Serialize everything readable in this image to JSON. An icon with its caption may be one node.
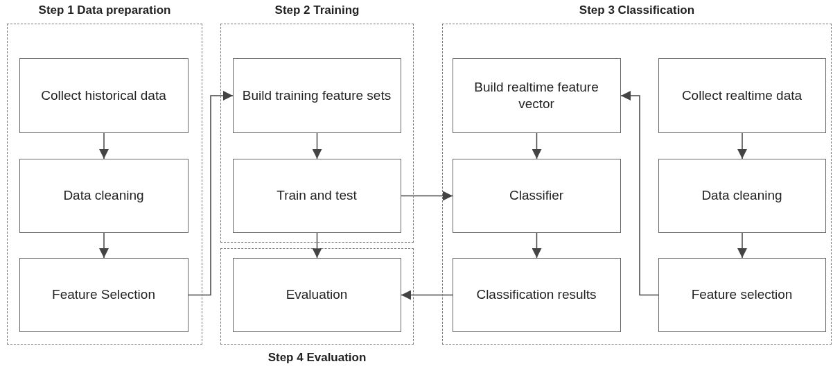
{
  "diagram": {
    "nodes": [
      {
        "text": [
          "Step 1 Data preparation"
        ]
      },
      {
        "text": [
          "Collect historical data"
        ],
        "in": 0
      },
      {
        "text": [
          "Data cleaning"
        ],
        "in": 0
      },
      {
        "text": [
          "Feature Selection"
        ],
        "in": 0
      },
      {
        "text": [
          "Step 2 Training"
        ]
      },
      {
        "text": [
          "Build training feature sets"
        ],
        "in": 4
      },
      {
        "text": [
          "Train and test"
        ],
        "in": 4
      },
      {
        "text": [
          "Step 3 Classification"
        ]
      },
      {
        "text": [
          "Build realtime feature vector"
        ],
        "in": 7
      },
      {
        "text": [
          "Collect realtime data"
        ],
        "in": 7
      },
      {
        "text": [
          "Classifier"
        ],
        "in": 7
      },
      {
        "text": [
          "Data cleaning"
        ],
        "in": 7
      },
      {
        "text": [
          "Classification results"
        ],
        "in": 7
      },
      {
        "text": [
          "Feature selection"
        ],
        "in": 7
      },
      {
        "text": [
          "Step 4 Evaluation"
        ]
      },
      {
        "text": [
          "Evaluation"
        ],
        "in": 14
      }
    ],
    "edges": [
      {
        "from": 1,
        "to": 2,
        "arrow": "to"
      },
      {
        "from": 2,
        "to": 3,
        "arrow": "to"
      },
      {
        "from": 3,
        "to": 5,
        "arrow": "to"
      },
      {
        "from": 5,
        "to": 6,
        "arrow": "to"
      },
      {
        "from": 6,
        "to": 15,
        "arrow": "to"
      },
      {
        "from": 6,
        "to": 10,
        "arrow": "to"
      },
      {
        "from": 9,
        "to": 11,
        "arrow": "to"
      },
      {
        "from": 11,
        "to": 13,
        "arrow": "to"
      },
      {
        "from": 13,
        "to": 8,
        "arrow": "to"
      },
      {
        "from": 8,
        "to": 10,
        "arrow": "to"
      },
      {
        "from": 10,
        "to": 12,
        "arrow": "to"
      },
      {
        "from": 12,
        "to": 15,
        "arrow": "to"
      }
    ]
  }
}
